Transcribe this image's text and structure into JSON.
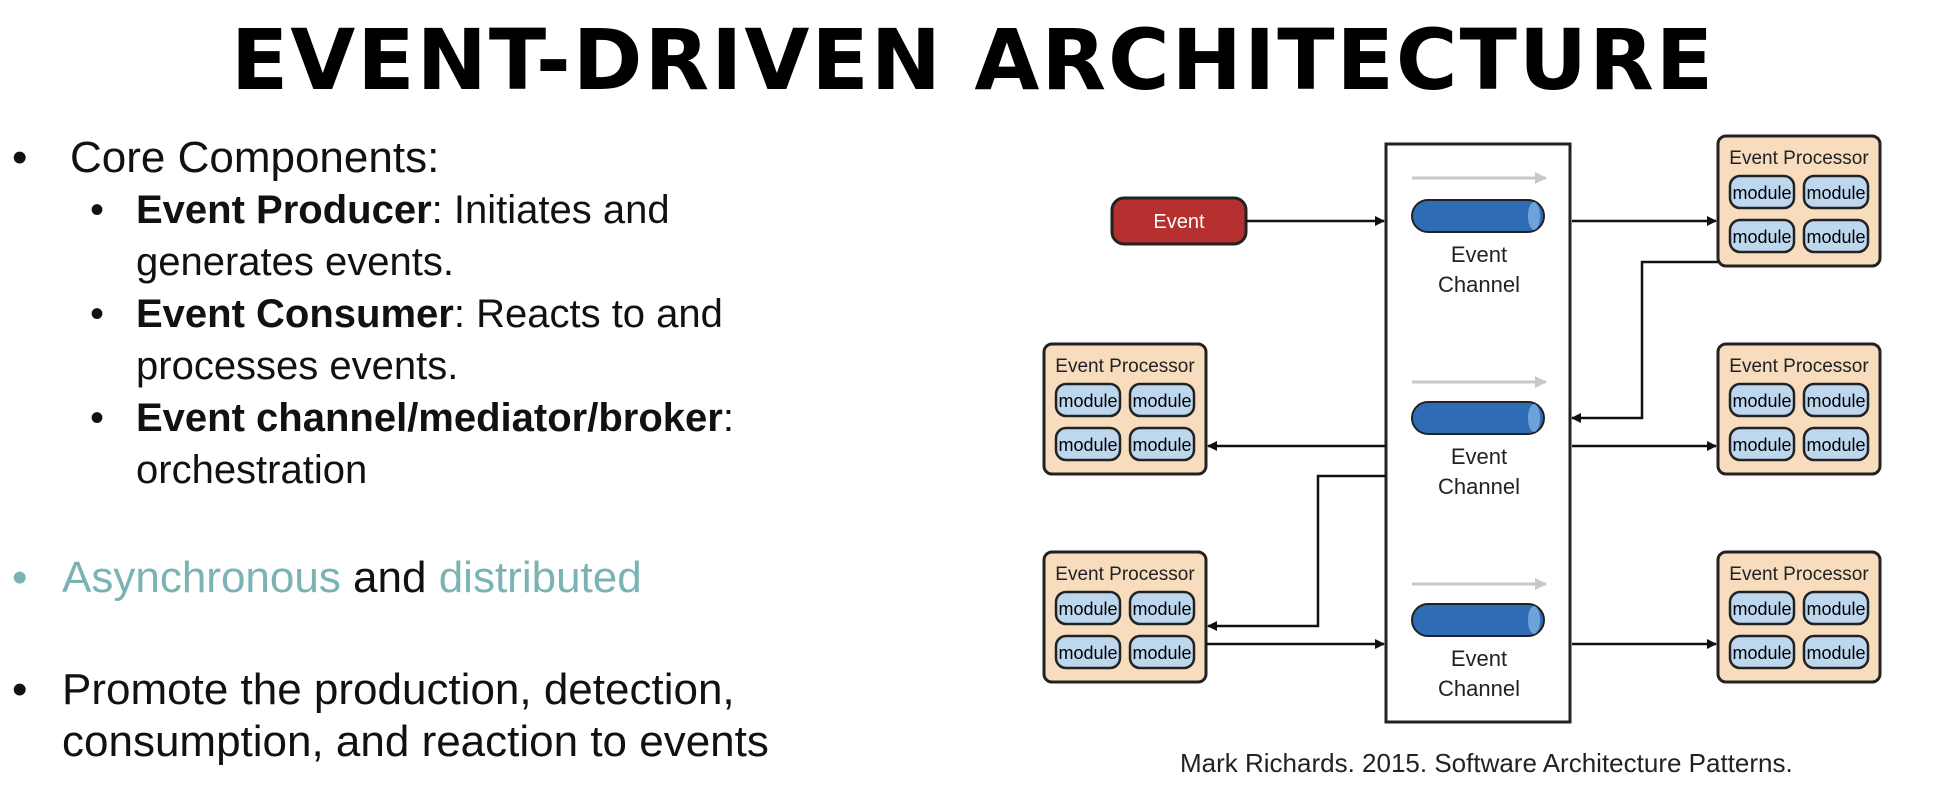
{
  "title": "EVENT-DRIVEN ARCHITECTURE",
  "bullets": {
    "core_label": "Core Components:",
    "producer_term": "Event Producer",
    "producer_desc_1": ": Initiates and",
    "producer_desc_2": "generates events.",
    "consumer_term": "Event Consumer",
    "consumer_desc_1": ": Reacts to and",
    "consumer_desc_2": "processes events.",
    "channel_term": "Event channel/mediator/broker",
    "channel_desc_1": ":",
    "channel_desc_2": "orchestration",
    "async_word": "Asynchronous",
    "and_word": " and ",
    "distributed_word": "distributed",
    "promote_1": "Promote the production, detection,",
    "promote_2": "consumption, and reaction to events"
  },
  "diagram": {
    "event_label": "Event",
    "channel_line1": "Event",
    "channel_line2": "Channel",
    "processor_title": "Event Processor",
    "module_label": "module",
    "colors": {
      "event_fill": "#b5302e",
      "channel_fill": "#2e6db5",
      "processor_fill": "#f7dcbe",
      "module_fill": "#bcd7ee"
    }
  },
  "credit": "Mark Richards. 2015. Software Architecture Patterns."
}
